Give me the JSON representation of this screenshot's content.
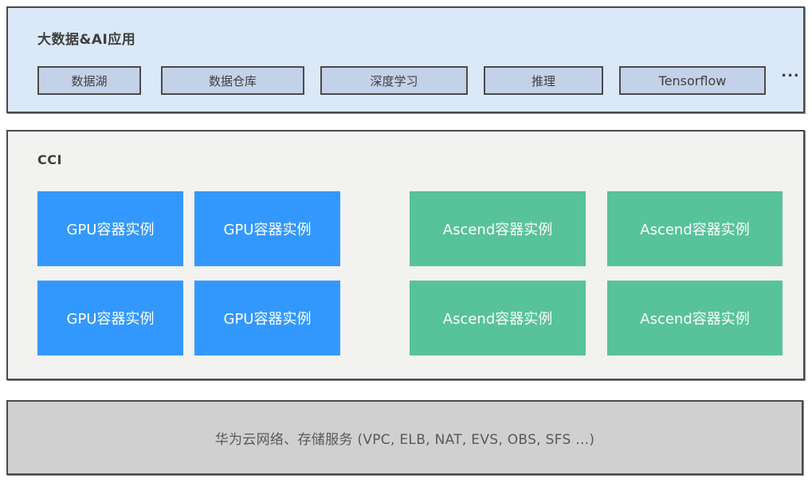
{
  "colors": {
    "app_layer_bg": "#dbe8f7",
    "app_chip_bg": "#c3d2e9",
    "section_border": "#4a4a4a",
    "cci_bg": "#f2f2f1",
    "gpu_blue": "#3398fe",
    "ascend_green": "#57c29b",
    "infra_bg": "#d0d0d0",
    "text_dark": "#3f3f3f",
    "text_infra": "#595959",
    "text_white": "#ffffff"
  },
  "app_layer": {
    "title": "大数据&AI应用",
    "chips": [
      "数据湖",
      "数据仓库",
      "深度学习",
      "推理",
      "Tensorflow"
    ],
    "ellipsis": "..."
  },
  "cci_layer": {
    "title": "CCI",
    "gpu_boxes": [
      "GPU容器实例",
      "GPU容器实例",
      "GPU容器实例",
      "GPU容器实例"
    ],
    "ascend_boxes": [
      "Ascend容器实例",
      "Ascend容器实例",
      "Ascend容器实例",
      "Ascend容器实例"
    ]
  },
  "infra_layer": {
    "label": "华为云网络、存储服务 (VPC, ELB, NAT, EVS, OBS, SFS ...)"
  }
}
